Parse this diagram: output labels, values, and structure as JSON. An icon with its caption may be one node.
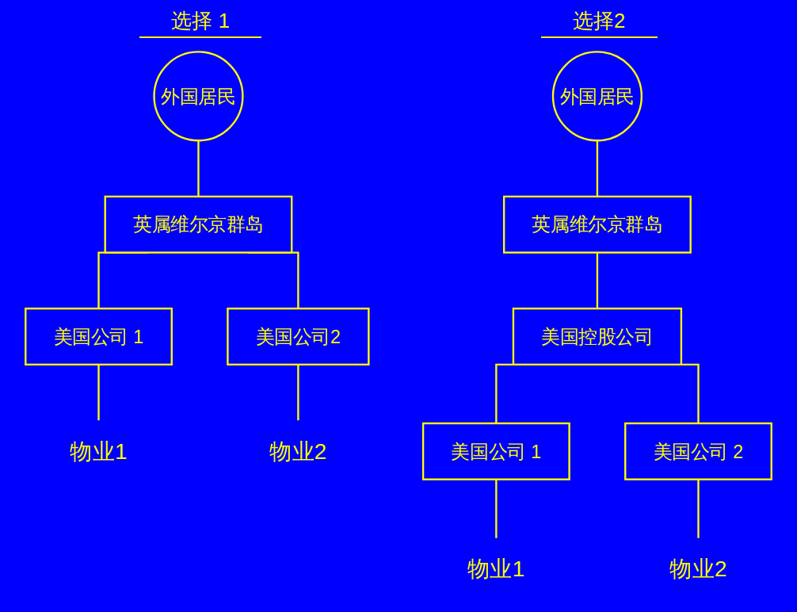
{
  "diagram": {
    "nodes": [
      {
        "text": [
          "外国居民"
        ]
      },
      {
        "text": [
          "英属维尔京群岛"
        ]
      },
      {
        "text": [
          "美国公司 1"
        ]
      },
      {
        "text": [
          "美国公司2"
        ]
      },
      {
        "text": [
          "物业1"
        ]
      },
      {
        "text": [
          "物业2"
        ]
      },
      {
        "text": [
          "外国居民"
        ]
      },
      {
        "text": [
          "英属维尔京群岛"
        ]
      },
      {
        "text": [
          "美国控股公司"
        ]
      },
      {
        "text": [
          "美国公司 1"
        ]
      },
      {
        "text": [
          "美国公司 2"
        ]
      },
      {
        "text": [
          "物业1"
        ]
      },
      {
        "text": [
          "物业2"
        ]
      }
    ],
    "edges": [
      {
        "from": 0,
        "to": 1,
        "arrow": "none"
      },
      {
        "from": 1,
        "to": 2,
        "arrow": "none"
      },
      {
        "from": 1,
        "to": 3,
        "arrow": "none"
      },
      {
        "from": 2,
        "to": 4,
        "arrow": "none"
      },
      {
        "from": 3,
        "to": 5,
        "arrow": "none"
      },
      {
        "from": 6,
        "to": 7,
        "arrow": "none"
      },
      {
        "from": 7,
        "to": 8,
        "arrow": "none"
      },
      {
        "from": 8,
        "to": 9,
        "arrow": "none"
      },
      {
        "from": 8,
        "to": 10,
        "arrow": "none"
      },
      {
        "from": 9,
        "to": 11,
        "arrow": "none"
      },
      {
        "from": 10,
        "to": 12,
        "arrow": "none"
      }
    ],
    "labels": [
      "选择 1",
      "选择2"
    ]
  }
}
